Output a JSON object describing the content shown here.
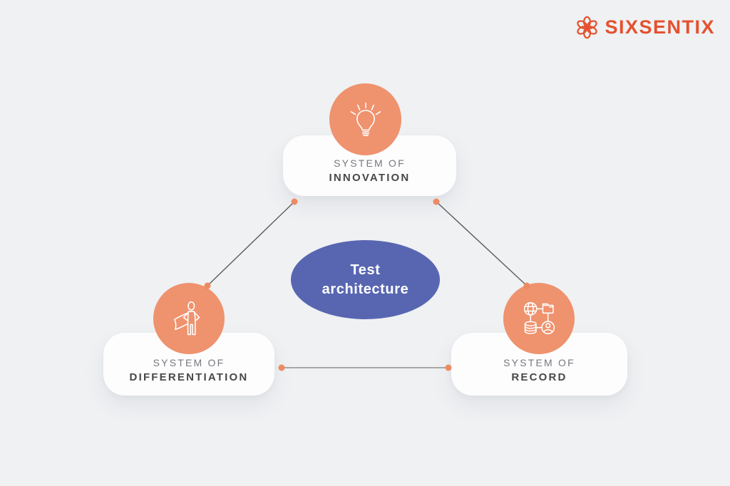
{
  "logo": {
    "brand": "SIXSENTIX"
  },
  "center_node": {
    "label": "Test architecture"
  },
  "nodes": [
    {
      "id": "innovation",
      "prefix": "SYSTEM OF",
      "name": "INNOVATION",
      "icon": "lightbulb-icon"
    },
    {
      "id": "differentiation",
      "prefix": "SYSTEM OF",
      "name": "DIFFERENTIATION",
      "icon": "superhero-icon"
    },
    {
      "id": "record",
      "prefix": "SYSTEM OF",
      "name": "RECORD",
      "icon": "data-network-icon"
    }
  ],
  "colors": {
    "background": "#eff1f3",
    "card": "#fdfdfe",
    "circle-orange": "#ef926e",
    "dot-orange": "#ee8a62",
    "line-dark": "#5c5c5e",
    "line-light": "#a6a7a9",
    "ellipse-blue": "#5866b1",
    "brand-orange": "#e4512f",
    "label-gray": "#77787c",
    "label-dark": "#474849",
    "icon-stroke": "#ffffff"
  }
}
